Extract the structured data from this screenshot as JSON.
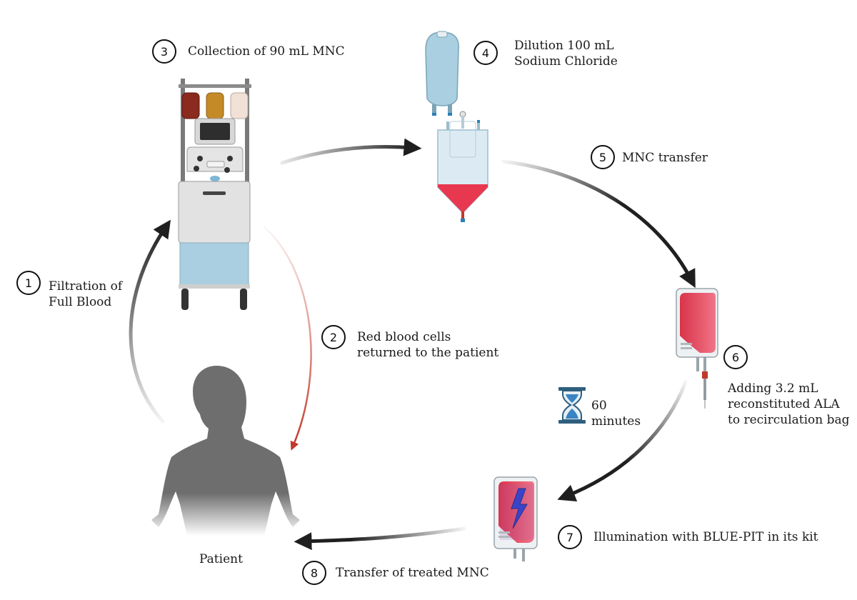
{
  "steps": [
    {
      "number": "1",
      "label": "Filtration of\nFull Blood"
    },
    {
      "number": "2",
      "label": "Red blood cells\nreturned to the patient"
    },
    {
      "number": "3",
      "label": "Collection of 90 mL MNC"
    },
    {
      "number": "4",
      "label": "Dilution 100 mL\nSodium Chloride"
    },
    {
      "number": "5",
      "label": "MNC transfer"
    },
    {
      "number": "6",
      "label": "Adding 3.2 mL\nreconstituted ALA\nto recirculation bag"
    },
    {
      "number": "7",
      "label": "Illumination with BLUE-PIT in its kit"
    },
    {
      "number": "8",
      "label": "Transfer of treated MNC"
    }
  ],
  "timer": {
    "label": "60\nminutes"
  },
  "patient": {
    "label": "Patient"
  },
  "colors": {
    "arrow": "#1f1f1f",
    "return_arrow": "#c0392b",
    "blood_red": "#e8384f",
    "saline_blue": "#a9cfe0",
    "silhouette": "#6e6e6e"
  }
}
